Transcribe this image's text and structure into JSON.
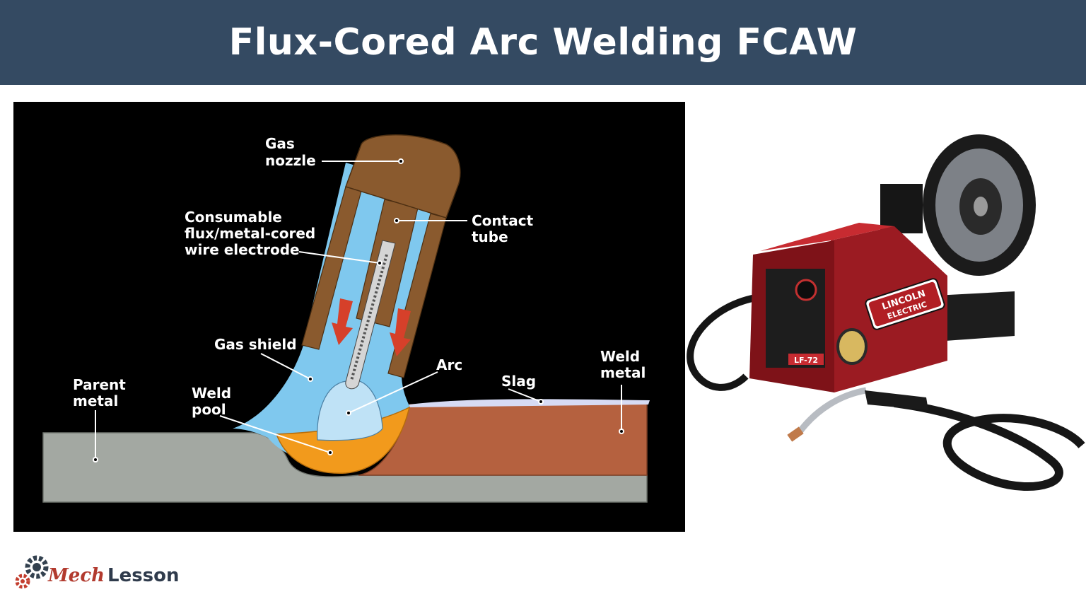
{
  "header": {
    "title": "Flux-Cored Arc Welding FCAW"
  },
  "diagram": {
    "labels": {
      "gas_nozzle_1": "Gas",
      "gas_nozzle_2": "nozzle",
      "consumable_1": "Consumable",
      "consumable_2": "flux/metal-cored",
      "consumable_3": "wire electrode",
      "contact_tube_1": "Contact",
      "contact_tube_2": "tube",
      "gas_shield": "Gas shield",
      "arc": "Arc",
      "slag": "Slag",
      "weld_metal_1": "Weld",
      "weld_metal_2": "metal",
      "parent_metal_1": "Parent",
      "parent_metal_2": "metal",
      "weld_pool_1": "Weld",
      "weld_pool_2": "pool"
    },
    "colors": {
      "background": "#000000",
      "nozzle": "#8a5a2e",
      "gas": "#7fc8ee",
      "parent_metal": "#a3a8a2",
      "weld_metal": "#b5613f",
      "weld_pool": "#f29a1c",
      "slag": "#d7dbf4",
      "arrows": "#d6402a"
    }
  },
  "photo": {
    "device_brand_1": "LINCOLN",
    "device_brand_2": "ELECTRIC",
    "device_model": "LF-72"
  },
  "footer": {
    "logo_part_1": "Mech",
    "logo_part_2": "Lesson",
    "colors": {
      "mech": "#b23a2e",
      "lesson": "#2f3b4c",
      "gear_dark": "#33414f",
      "gear_red": "#c33d2e"
    }
  }
}
